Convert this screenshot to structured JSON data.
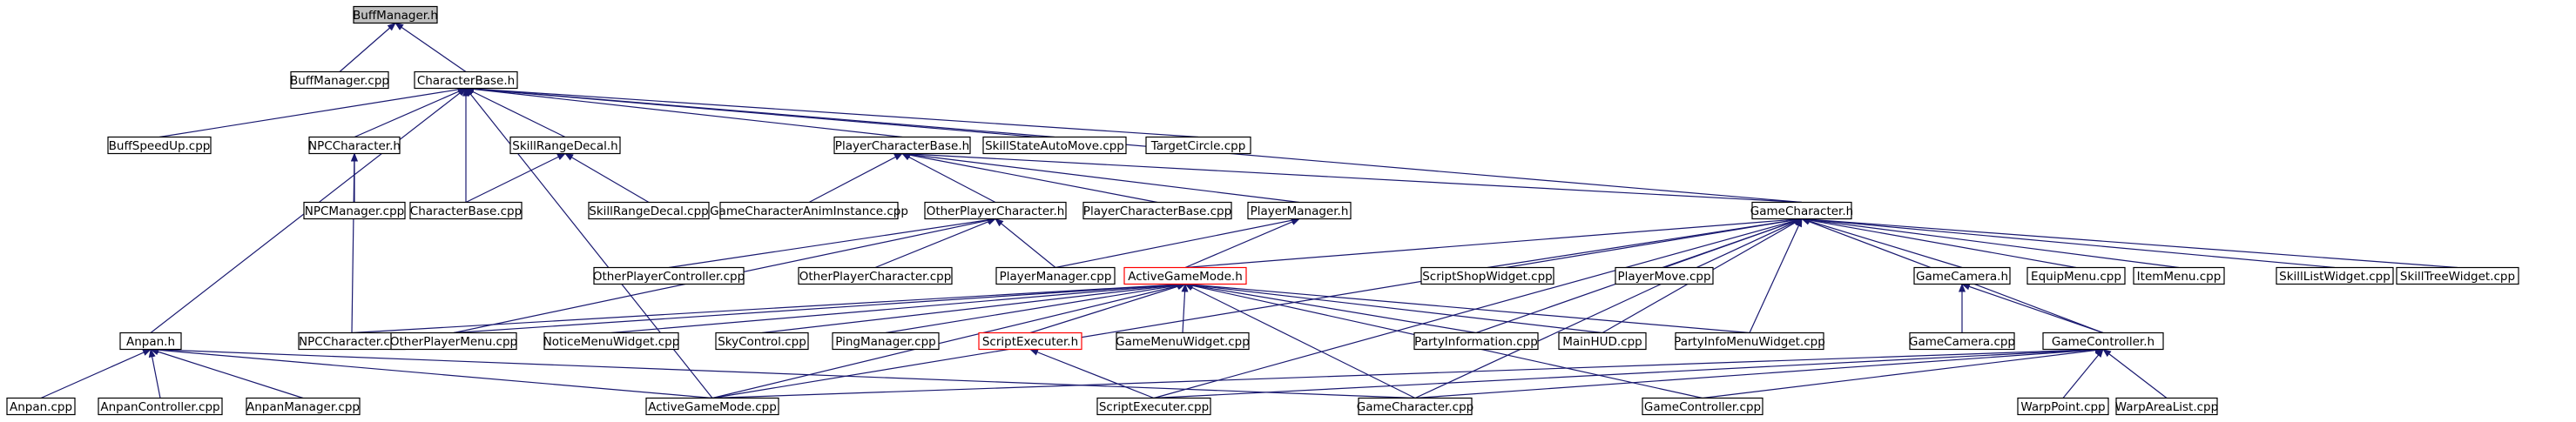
{
  "colors": {
    "edge": "#191970",
    "node_border": "#000000",
    "node_fill": "#ffffff",
    "root_fill": "#bfbfbf",
    "truncated_border": "#ff0000"
  },
  "graph": {
    "nodes": [
      {
        "id": "buffmanager_h",
        "label": "BuffManager.h",
        "style": "root"
      },
      {
        "id": "buffmanager_cpp",
        "label": "BuffManager.cpp"
      },
      {
        "id": "characterbase_h",
        "label": "CharacterBase.h"
      },
      {
        "id": "buffspeedup_cpp",
        "label": "BuffSpeedUp.cpp"
      },
      {
        "id": "npccharacter_h",
        "label": "NPCCharacter.h"
      },
      {
        "id": "skillrangedecal_h",
        "label": "SkillRangeDecal.h"
      },
      {
        "id": "playercharacterbase_h",
        "label": "PlayerCharacterBase.h"
      },
      {
        "id": "skillstateautomove_cpp",
        "label": "SkillStateAutoMove.cpp"
      },
      {
        "id": "targetcircle_cpp",
        "label": "TargetCircle.cpp"
      },
      {
        "id": "npcmanager_cpp",
        "label": "NPCManager.cpp"
      },
      {
        "id": "characterbase_cpp",
        "label": "CharacterBase.cpp"
      },
      {
        "id": "skillrangedecal_cpp",
        "label": "SkillRangeDecal.cpp"
      },
      {
        "id": "gamecharacteraniminstance_cpp",
        "label": "GameCharacterAnimInstance.cpp"
      },
      {
        "id": "otherplayercharacter_h",
        "label": "OtherPlayerCharacter.h"
      },
      {
        "id": "playercharacterbase_cpp",
        "label": "PlayerCharacterBase.cpp"
      },
      {
        "id": "playermanager_h",
        "label": "PlayerManager.h"
      },
      {
        "id": "gamecharacter_h",
        "label": "GameCharacter.h"
      },
      {
        "id": "otherplayercontroller_cpp",
        "label": "OtherPlayerController.cpp"
      },
      {
        "id": "otherplayercharacter_cpp",
        "label": "OtherPlayerCharacter.cpp"
      },
      {
        "id": "playermanager_cpp",
        "label": "PlayerManager.cpp"
      },
      {
        "id": "activegamemode_h",
        "label": "ActiveGameMode.h",
        "style": "truncated"
      },
      {
        "id": "scriptshopwidget_cpp",
        "label": "ScriptShopWidget.cpp"
      },
      {
        "id": "playermove_cpp",
        "label": "PlayerMove.cpp"
      },
      {
        "id": "gamecamera_h",
        "label": "GameCamera.h"
      },
      {
        "id": "equipmenu_cpp",
        "label": "EquipMenu.cpp"
      },
      {
        "id": "itemmenu_cpp",
        "label": "ItemMenu.cpp"
      },
      {
        "id": "skilllistwidget_cpp",
        "label": "SkillListWidget.cpp"
      },
      {
        "id": "skilltreewidget_cpp",
        "label": "SkillTreeWidget.cpp"
      },
      {
        "id": "anpan_h",
        "label": "Anpan.h"
      },
      {
        "id": "npccharacter_cpp",
        "label": "NPCCharacter.cpp"
      },
      {
        "id": "otherplayermenu_cpp",
        "label": "OtherPlayerMenu.cpp"
      },
      {
        "id": "noticemenuwidget_cpp",
        "label": "NoticeMenuWidget.cpp"
      },
      {
        "id": "skycontrol_cpp",
        "label": "SkyControl.cpp"
      },
      {
        "id": "pingmanager_cpp",
        "label": "PingManager.cpp"
      },
      {
        "id": "scriptexecuter_h",
        "label": "ScriptExecuter.h",
        "style": "truncated"
      },
      {
        "id": "gamemenuwidget_cpp",
        "label": "GameMenuWidget.cpp"
      },
      {
        "id": "partyinformation_cpp",
        "label": "PartyInformation.cpp"
      },
      {
        "id": "mainhud_cpp",
        "label": "MainHUD.cpp"
      },
      {
        "id": "partyinfomenuwidget_cpp",
        "label": "PartyInfoMenuWidget.cpp"
      },
      {
        "id": "gamecamera_cpp",
        "label": "GameCamera.cpp"
      },
      {
        "id": "gamecontroller_h",
        "label": "GameController.h"
      },
      {
        "id": "anpan_cpp",
        "label": "Anpan.cpp"
      },
      {
        "id": "anpancontroller_cpp",
        "label": "AnpanController.cpp"
      },
      {
        "id": "anpanmanager_cpp",
        "label": "AnpanManager.cpp"
      },
      {
        "id": "activegamemode_cpp",
        "label": "ActiveGameMode.cpp"
      },
      {
        "id": "scriptexecuter_cpp",
        "label": "ScriptExecuter.cpp"
      },
      {
        "id": "gamecharacter_cpp",
        "label": "GameCharacter.cpp"
      },
      {
        "id": "gamecontroller_cpp",
        "label": "GameController.cpp"
      },
      {
        "id": "warppoint_cpp",
        "label": "WarpPoint.cpp"
      },
      {
        "id": "warparealist_cpp",
        "label": "WarpAreaList.cpp"
      }
    ],
    "edges": [
      [
        "buffmanager_h",
        "buffmanager_cpp"
      ],
      [
        "buffmanager_h",
        "characterbase_h"
      ],
      [
        "characterbase_h",
        "buffspeedup_cpp"
      ],
      [
        "characterbase_h",
        "npccharacter_h"
      ],
      [
        "characterbase_h",
        "skillrangedecal_h"
      ],
      [
        "characterbase_h",
        "playercharacterbase_h"
      ],
      [
        "characterbase_h",
        "skillstateautomove_cpp"
      ],
      [
        "characterbase_h",
        "targetcircle_cpp"
      ],
      [
        "characterbase_h",
        "characterbase_cpp"
      ],
      [
        "characterbase_h",
        "anpan_h"
      ],
      [
        "characterbase_h",
        "activegamemode_cpp"
      ],
      [
        "characterbase_h",
        "gamecharacter_h"
      ],
      [
        "npccharacter_h",
        "npcmanager_cpp"
      ],
      [
        "npccharacter_h",
        "npccharacter_cpp"
      ],
      [
        "skillrangedecal_h",
        "characterbase_cpp"
      ],
      [
        "skillrangedecal_h",
        "skillrangedecal_cpp"
      ],
      [
        "playercharacterbase_h",
        "gamecharacteraniminstance_cpp"
      ],
      [
        "playercharacterbase_h",
        "otherplayercharacter_h"
      ],
      [
        "playercharacterbase_h",
        "playercharacterbase_cpp"
      ],
      [
        "playercharacterbase_h",
        "playermanager_h"
      ],
      [
        "playercharacterbase_h",
        "gamecharacter_h"
      ],
      [
        "otherplayercharacter_h",
        "otherplayercontroller_cpp"
      ],
      [
        "otherplayercharacter_h",
        "otherplayercharacter_cpp"
      ],
      [
        "otherplayercharacter_h",
        "playermanager_cpp"
      ],
      [
        "otherplayercharacter_h",
        "otherplayermenu_cpp"
      ],
      [
        "playermanager_h",
        "playermanager_cpp"
      ],
      [
        "playermanager_h",
        "activegamemode_h"
      ],
      [
        "gamecharacter_h",
        "scriptshopwidget_cpp"
      ],
      [
        "gamecharacter_h",
        "playermove_cpp"
      ],
      [
        "gamecharacter_h",
        "gamecamera_h"
      ],
      [
        "gamecharacter_h",
        "equipmenu_cpp"
      ],
      [
        "gamecharacter_h",
        "itemmenu_cpp"
      ],
      [
        "gamecharacter_h",
        "skilllistwidget_cpp"
      ],
      [
        "gamecharacter_h",
        "skilltreewidget_cpp"
      ],
      [
        "gamecharacter_h",
        "activegamemode_h"
      ],
      [
        "gamecharacter_h",
        "partyinformation_cpp"
      ],
      [
        "gamecharacter_h",
        "mainhud_cpp"
      ],
      [
        "gamecharacter_h",
        "partyinfomenuwidget_cpp"
      ],
      [
        "gamecharacter_h",
        "activegamemode_cpp"
      ],
      [
        "gamecharacter_h",
        "scriptexecuter_cpp"
      ],
      [
        "gamecharacter_h",
        "gamecharacter_cpp"
      ],
      [
        "gamecharacter_h",
        "gamecontroller_h"
      ],
      [
        "gamecamera_h",
        "gamecamera_cpp"
      ],
      [
        "gamecamera_h",
        "gamecontroller_h"
      ],
      [
        "activegamemode_h",
        "npccharacter_cpp"
      ],
      [
        "activegamemode_h",
        "otherplayermenu_cpp"
      ],
      [
        "activegamemode_h",
        "noticemenuwidget_cpp"
      ],
      [
        "activegamemode_h",
        "skycontrol_cpp"
      ],
      [
        "activegamemode_h",
        "pingmanager_cpp"
      ],
      [
        "activegamemode_h",
        "scriptexecuter_h"
      ],
      [
        "activegamemode_h",
        "gamemenuwidget_cpp"
      ],
      [
        "activegamemode_h",
        "partyinformation_cpp"
      ],
      [
        "activegamemode_h",
        "mainhud_cpp"
      ],
      [
        "activegamemode_h",
        "partyinfomenuwidget_cpp"
      ],
      [
        "activegamemode_h",
        "activegamemode_cpp"
      ],
      [
        "activegamemode_h",
        "gamecharacter_cpp"
      ],
      [
        "activegamemode_h",
        "gamecontroller_cpp"
      ],
      [
        "scriptexecuter_h",
        "scriptexecuter_cpp"
      ],
      [
        "anpan_h",
        "anpan_cpp"
      ],
      [
        "anpan_h",
        "anpancontroller_cpp"
      ],
      [
        "anpan_h",
        "anpanmanager_cpp"
      ],
      [
        "anpan_h",
        "activegamemode_cpp"
      ],
      [
        "anpan_h",
        "gamecharacter_cpp"
      ],
      [
        "gamecontroller_h",
        "activegamemode_cpp"
      ],
      [
        "gamecontroller_h",
        "scriptexecuter_cpp"
      ],
      [
        "gamecontroller_h",
        "gamecharacter_cpp"
      ],
      [
        "gamecontroller_h",
        "gamecontroller_cpp"
      ],
      [
        "gamecontroller_h",
        "warppoint_cpp"
      ],
      [
        "gamecontroller_h",
        "warparealist_cpp"
      ]
    ]
  }
}
